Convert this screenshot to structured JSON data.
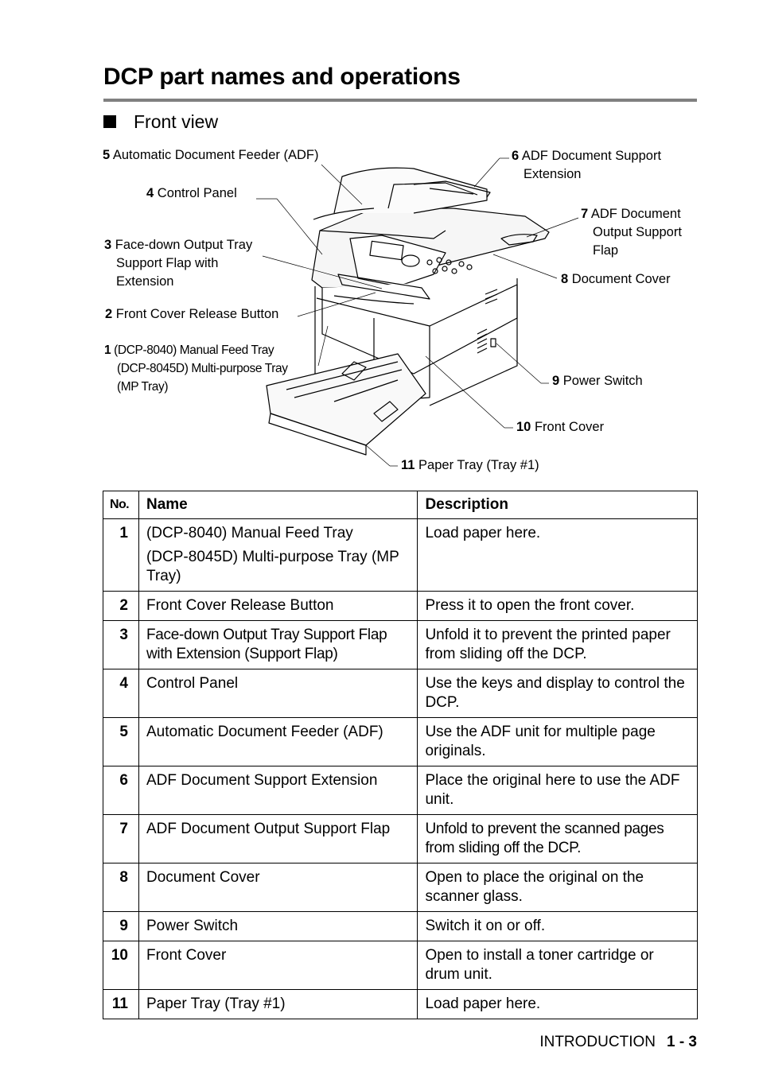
{
  "page": {
    "title": "DCP part names and operations",
    "section": "Front view",
    "footer_label": "INTRODUCTION",
    "footer_page": "1 - 3"
  },
  "callouts": [
    {
      "num": "5",
      "text": "Automatic Document Feeder (ADF)"
    },
    {
      "num": "4",
      "text": "Control Panel"
    },
    {
      "num": "3",
      "text": "Face-down Output Tray",
      "line2": "Support Flap with",
      "line3": "Extension"
    },
    {
      "num": "2",
      "text": "Front Cover Release Button"
    },
    {
      "num": "1",
      "text": "(DCP-8040) Manual Feed Tray",
      "line2": "(DCP-8045D) Multi-purpose Tray",
      "line3": "(MP Tray)"
    },
    {
      "num": "6",
      "text": "ADF Document Support",
      "line2": "Extension"
    },
    {
      "num": "7",
      "text": "ADF Document",
      "line2": "Output Support",
      "line3": "Flap"
    },
    {
      "num": "8",
      "text": "Document Cover"
    },
    {
      "num": "9",
      "text": "Power Switch"
    },
    {
      "num": "10",
      "text": "Front Cover"
    },
    {
      "num": "11",
      "text": "Paper Tray (Tray #1)"
    }
  ],
  "table": {
    "headers": [
      "No.",
      "Name",
      "Description"
    ],
    "rows": [
      {
        "no": "1",
        "name": "(DCP-8040) Manual Feed Tray",
        "name2": "(DCP-8045D) Multi-purpose Tray (MP Tray)",
        "desc": "Load paper here."
      },
      {
        "no": "2",
        "name": "Front Cover Release Button",
        "desc": "Press it to open the front cover."
      },
      {
        "no": "3",
        "name": "Face-down Output Tray Support Flap with Extension (Support Flap)",
        "desc": "Unfold it to prevent the printed paper from sliding off the DCP."
      },
      {
        "no": "4",
        "name": "Control Panel",
        "desc": "Use the keys and display to control the DCP."
      },
      {
        "no": "5",
        "name": "Automatic Document Feeder (ADF)",
        "desc": "Use the ADF unit for multiple page originals."
      },
      {
        "no": "6",
        "name": "ADF Document Support Extension",
        "desc": "Place the original here to use the ADF unit."
      },
      {
        "no": "7",
        "name": "ADF Document Output Support Flap",
        "desc": "Unfold to prevent the scanned pages from sliding off the DCP."
      },
      {
        "no": "8",
        "name": "Document Cover",
        "desc": "Open to place the original on the scanner glass."
      },
      {
        "no": "9",
        "name": "Power Switch",
        "desc": "Switch it on or off."
      },
      {
        "no": "10",
        "name": "Front Cover",
        "desc": "Open to install a toner cartridge or drum unit."
      },
      {
        "no": "11",
        "name": "Paper Tray (Tray #1)",
        "desc": "Load paper here."
      }
    ]
  }
}
